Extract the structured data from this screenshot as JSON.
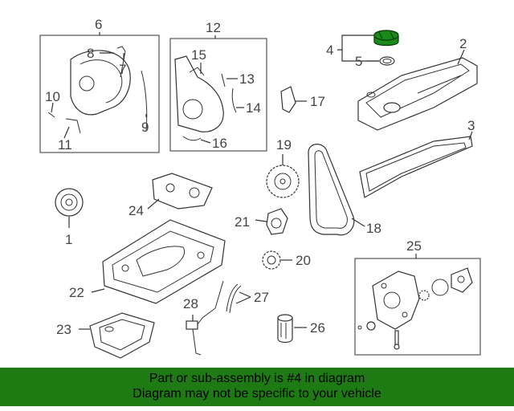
{
  "diagram": {
    "callouts": {
      "c1": "1",
      "c2": "2",
      "c3": "3",
      "c4": "4",
      "c5": "5",
      "c6": "6",
      "c7": "7",
      "c8": "8",
      "c9": "9",
      "c10": "10",
      "c11": "11",
      "c12": "12",
      "c13": "13",
      "c14": "14",
      "c15": "15",
      "c16": "16",
      "c17": "17",
      "c18": "18",
      "c19": "19",
      "c20": "20",
      "c21": "21",
      "c22": "22",
      "c23": "23",
      "c24": "24",
      "c25": "25",
      "c26": "26",
      "c27": "27",
      "c28": "28"
    },
    "highlight_color": "#1a8a1a"
  },
  "banner": {
    "line1": "Part or sub-assembly is #4 in diagram",
    "line2": "Diagram may not be specific to your vehicle",
    "background": "#1e7a12"
  }
}
